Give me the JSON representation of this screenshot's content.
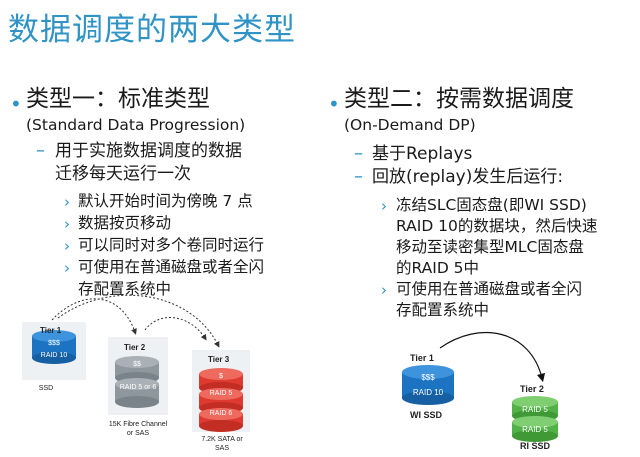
{
  "title": "数据调度的两大类型",
  "left": {
    "heading": "类型一：标准类型",
    "subheading": "(Standard Data Progression)",
    "item_line1": "用于实施数据调度的数据",
    "item_line2": "迁移每天运行一次",
    "bullets": [
      "默认开始时间为傍晚 7 点",
      "数据按页移动",
      "可以同时对多个卷同时运行",
      "可使用在普通磁盘或者全闪"
    ],
    "bullet_cont": "存配置系统中",
    "diagram": {
      "tier1": "Tier 1",
      "tier2": "Tier 2",
      "tier3": "Tier 3",
      "t1_cap": "$$$",
      "t1_raid": "RAID 10",
      "t2_cap": "$$",
      "t2_raid": "RAID 5 or 6",
      "t3_cap": "$",
      "t3_raid1": "RAID 5",
      "t3_raid2": "RAID 6",
      "t1_caption": "SSD",
      "t2_caption1": "15K Fibre Channel",
      "t2_caption2": "or SAS",
      "t3_caption1": "7.2K SATA or",
      "t3_caption2": "SAS"
    }
  },
  "right": {
    "heading": "类型二：按需数据调度",
    "subheading": "(On-Demand DP)",
    "item1": "基于Replays",
    "item2": "回放(replay)发生后运行:",
    "sub1_lines": [
      "冻结SLC固态盘(即WI SSD)",
      "RAID 10的数据块，然后快速",
      "移动至读密集型MLC固态盘",
      "的RAID 5中"
    ],
    "sub2_lines": [
      "可使用在普通磁盘或者全闪",
      "存配置系统中"
    ],
    "diagram": {
      "tier1": "Tier 1",
      "tier2": "Tier 2",
      "t1_cap": "$$$",
      "t1_raid": "RAID 10",
      "t2_raid1": "RAID 5",
      "t2_raid2": "RAID 5",
      "t1_caption": "WI SSD",
      "t2_caption": "RI SSD"
    }
  },
  "colors": {
    "accent": "#2f93c6",
    "blue_disk": "#1c73c2",
    "gray_disk": "#8e979e",
    "red_disk": "#de3a2f",
    "green_disk": "#52b148"
  }
}
